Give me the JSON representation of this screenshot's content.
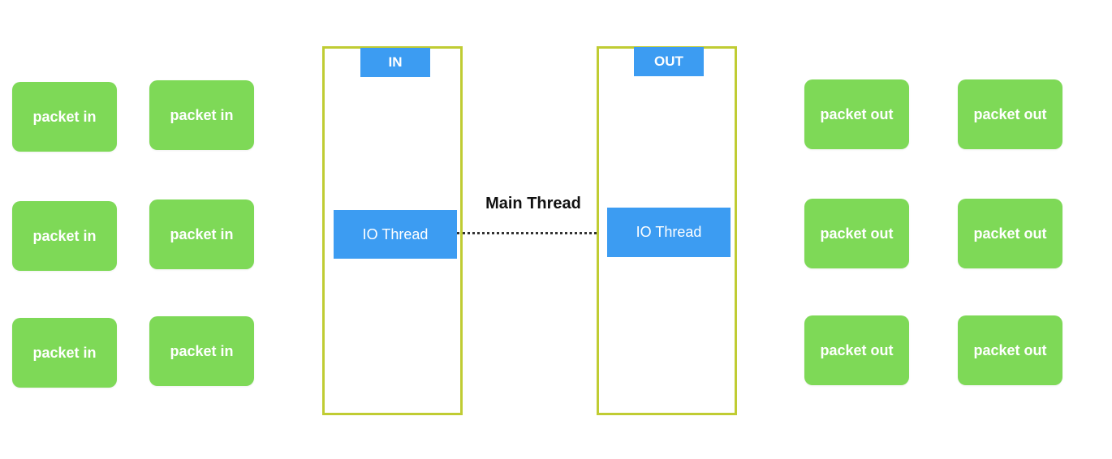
{
  "colors": {
    "packet": "#7ed957",
    "column_border": "#c0cc33",
    "label_fill": "#3c9cf2"
  },
  "packets_in": [
    "packet in",
    "packet in",
    "packet in",
    "packet in",
    "packet in",
    "packet in"
  ],
  "packets_out": [
    "packet out",
    "packet out",
    "packet out",
    "packet out",
    "packet out",
    "packet out"
  ],
  "in_column": {
    "label": "IN",
    "thread": "IO Thread"
  },
  "out_column": {
    "label": "OUT",
    "thread": "IO Thread"
  },
  "main_thread": "Main Thread"
}
